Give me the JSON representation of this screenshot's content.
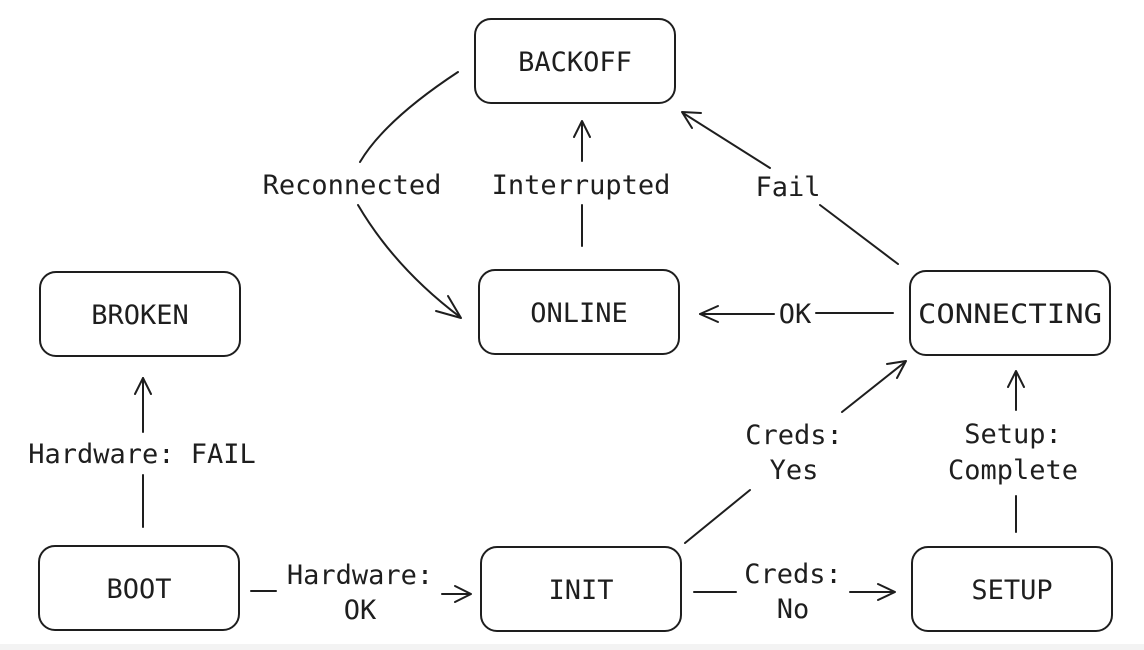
{
  "diagram": {
    "nodes": {
      "backoff": "BACKOFF",
      "broken": "BROKEN",
      "online": "ONLINE",
      "connecting": "CONNECTING",
      "boot": "BOOT",
      "init": "INIT",
      "setup": "SETUP"
    },
    "edges": {
      "reconnected": "Reconnected",
      "interrupted": "Interrupted",
      "fail": "Fail",
      "ok": "OK",
      "hardware_fail": "Hardware: FAIL",
      "hardware_ok_1": "Hardware:",
      "hardware_ok_2": "OK",
      "creds_yes_1": "Creds:",
      "creds_yes_2": "Yes",
      "creds_no_1": "Creds:",
      "creds_no_2": "No",
      "setup_complete_1": "Setup:",
      "setup_complete_2": "Complete"
    }
  }
}
